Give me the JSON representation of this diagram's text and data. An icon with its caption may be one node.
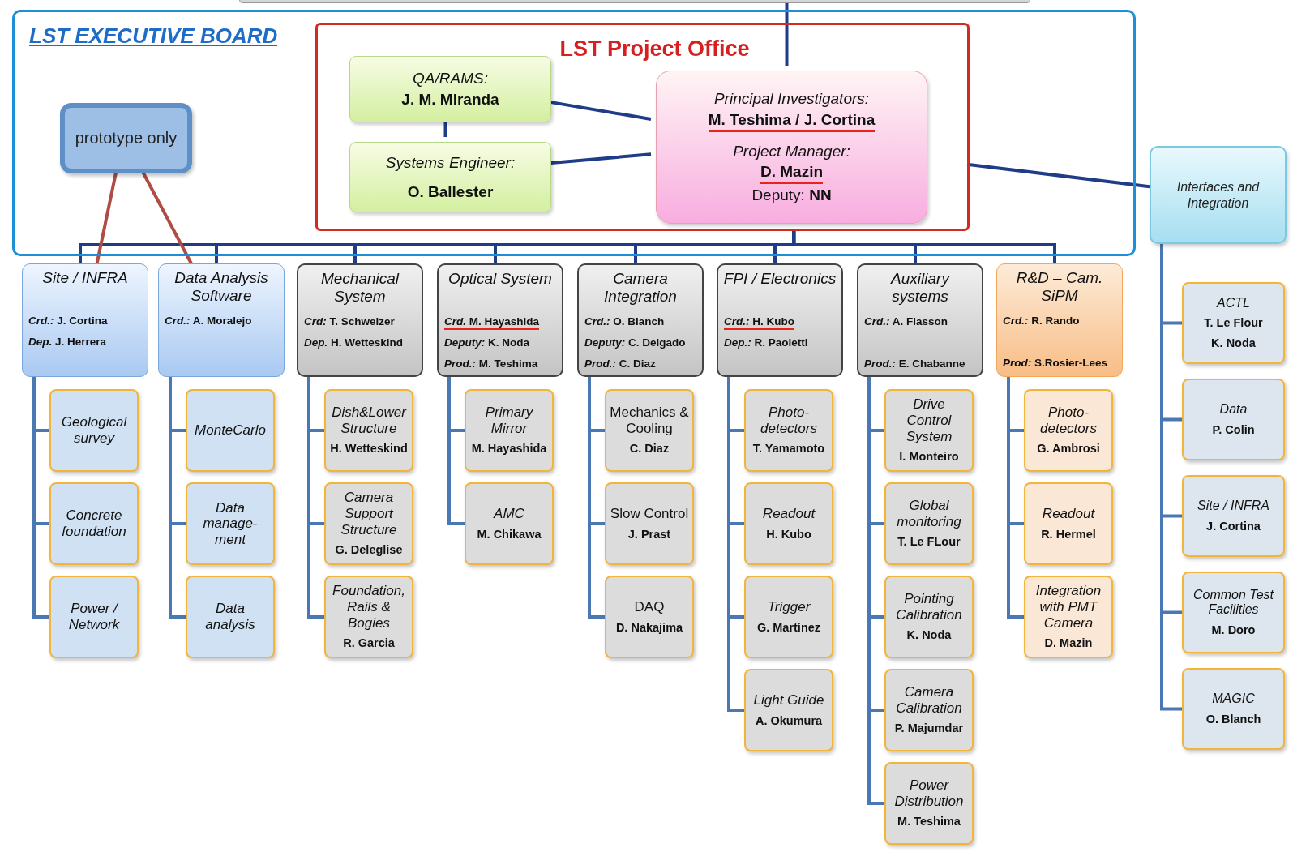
{
  "diagram": {
    "nodes": [
      {
        "text": [],
        "shape": "box"
      },
      {
        "text": [
          "LST EXECUTIVE BOARD"
        ]
      },
      {
        "text": [
          "prototype only"
        ],
        "in": 1
      },
      {
        "text": [
          "LST Project Office"
        ],
        "in": 1
      },
      {
        "text": [
          "QA/RAMS:",
          "J. M. Miranda"
        ],
        "in": 3
      },
      {
        "text": [
          "Systems Engineer:",
          "O. Ballester"
        ],
        "in": 3
      },
      {
        "text": [
          "Principal Investigators:",
          "M. Teshima / J. Cortina",
          "Project Manager:",
          "D. Mazin",
          "Deputy: **NN**"
        ],
        "in": 3
      },
      {
        "text": [
          "Interfaces and Integration"
        ]
      },
      {
        "text": [
          "Site / INFRA",
          "*Crd.:* J. Cortina",
          "*Dep.* J. Herrera"
        ]
      },
      {
        "text": [
          "Data Analysis Software",
          "*Crd.:* A. Moralejo"
        ]
      },
      {
        "text": [
          "Mechanical System",
          "*Crd:* T. Schweizer",
          "*Dep.* H. Wetteskind"
        ]
      },
      {
        "text": [
          "Optical System",
          "*Crd.* M. Hayashida",
          "*Deputy:* K. Noda",
          "*Prod.:* M. Teshima"
        ]
      },
      {
        "text": [
          "Camera Integration",
          "*Crd.:* O. Blanch",
          "*Deputy:* C. Delgado",
          "*Prod.:* C. Diaz"
        ]
      },
      {
        "text": [
          "FPI / Electronics",
          "*Crd.:* H. Kubo",
          "*Dep.:* R. Paoletti"
        ]
      },
      {
        "text": [
          "Auxiliary systems",
          "*Crd.:* A. Fiasson",
          "*Prod.:* E. Chabanne"
        ]
      },
      {
        "text": [
          "R&D – Cam. SiPM",
          "*Crd.:* R. Rando",
          "*Prod:* S.Rosier-Lees"
        ]
      },
      {
        "text": [
          "Geological survey"
        ]
      },
      {
        "text": [
          "Concrete foundation"
        ]
      },
      {
        "text": [
          "Power / Network"
        ]
      },
      {
        "text": [
          "MonteCarlo"
        ]
      },
      {
        "text": [
          "Data manage-ment"
        ]
      },
      {
        "text": [
          "Data analysis"
        ]
      },
      {
        "text": [
          "Dish&Lower Structure",
          "H. Wetteskind"
        ]
      },
      {
        "text": [
          "Camera Support Structure",
          "G. Deleglise"
        ]
      },
      {
        "text": [
          "Foundation, Rails & Bogies",
          "R. Garcia"
        ]
      },
      {
        "text": [
          "Primary Mirror",
          "M. Hayashida"
        ]
      },
      {
        "text": [
          "AMC",
          "M. Chikawa"
        ]
      },
      {
        "text": [
          "Mechanics & Cooling",
          "C. Diaz"
        ]
      },
      {
        "text": [
          "Slow Control",
          "J. Prast"
        ]
      },
      {
        "text": [
          "DAQ",
          "D. Nakajima"
        ]
      },
      {
        "text": [
          "Photo-detectors",
          "T. Yamamoto"
        ]
      },
      {
        "text": [
          "Readout",
          "H. Kubo"
        ]
      },
      {
        "text": [
          "Trigger",
          "G. Martínez"
        ]
      },
      {
        "text": [
          "Light Guide",
          "A. Okumura"
        ]
      },
      {
        "text": [
          "Drive Control System",
          "I. Monteiro"
        ]
      },
      {
        "text": [
          "Global monitoring",
          "T. Le FLour"
        ]
      },
      {
        "text": [
          "Pointing Calibration",
          "K. Noda"
        ]
      },
      {
        "text": [
          "Camera Calibration",
          "P. Majumdar"
        ]
      },
      {
        "text": [
          "Power Distribution",
          "M. Teshima"
        ]
      },
      {
        "text": [
          "Photo-detectors",
          "G. Ambrosi"
        ]
      },
      {
        "text": [
          "Readout",
          "R. Hermel"
        ]
      },
      {
        "text": [
          "Integration with PMT Camera",
          "D. Mazin"
        ]
      },
      {
        "text": [
          "ACTL",
          "T. Le Flour",
          "K. Noda"
        ]
      },
      {
        "text": [
          "Data",
          "P. Colin"
        ]
      },
      {
        "text": [
          "Site / INFRA",
          "J. Cortina"
        ]
      },
      {
        "text": [
          "Common Test Facilities",
          "M. Doro"
        ]
      },
      {
        "text": [
          "MAGIC",
          "O. Blanch"
        ]
      }
    ],
    "edges": [
      {
        "from": 6,
        "to": 0,
        "arrow": "none",
        "color": "#1f3c88"
      },
      {
        "from": 4,
        "to": 6,
        "arrow": "none",
        "color": "#1f3c88"
      },
      {
        "from": 5,
        "to": 6,
        "arrow": "none",
        "color": "#1f3c88"
      },
      {
        "from": 4,
        "to": 5,
        "arrow": "none",
        "color": "#1f3c88"
      },
      {
        "from": 3,
        "to": 7,
        "arrow": "none",
        "color": "#1f3c88"
      },
      {
        "from": 3,
        "to": 8,
        "arrow": "none",
        "color": "#1f3c88"
      },
      {
        "from": 3,
        "to": 9,
        "arrow": "none",
        "color": "#1f3c88"
      },
      {
        "from": 3,
        "to": 10,
        "arrow": "none",
        "color": "#1f3c88"
      },
      {
        "from": 3,
        "to": 11,
        "arrow": "none",
        "color": "#1f3c88"
      },
      {
        "from": 3,
        "to": 12,
        "arrow": "none",
        "color": "#1f3c88"
      },
      {
        "from": 3,
        "to": 13,
        "arrow": "none",
        "color": "#1f3c88"
      },
      {
        "from": 3,
        "to": 14,
        "arrow": "none",
        "color": "#1f3c88"
      },
      {
        "from": 3,
        "to": 15,
        "arrow": "none",
        "color": "#1f3c88"
      },
      {
        "from": 2,
        "to": 8,
        "arrow": "none",
        "color": "#b04c43"
      },
      {
        "from": 2,
        "to": 9,
        "arrow": "none",
        "color": "#b04c43"
      },
      {
        "from": 8,
        "to": 16,
        "arrow": "none"
      },
      {
        "from": 8,
        "to": 17,
        "arrow": "none"
      },
      {
        "from": 8,
        "to": 18,
        "arrow": "none"
      },
      {
        "from": 9,
        "to": 19,
        "arrow": "none"
      },
      {
        "from": 9,
        "to": 20,
        "arrow": "none"
      },
      {
        "from": 9,
        "to": 21,
        "arrow": "none"
      },
      {
        "from": 10,
        "to": 22,
        "arrow": "none"
      },
      {
        "from": 10,
        "to": 23,
        "arrow": "none"
      },
      {
        "from": 10,
        "to": 24,
        "arrow": "none"
      },
      {
        "from": 11,
        "to": 25,
        "arrow": "none"
      },
      {
        "from": 11,
        "to": 26,
        "arrow": "none"
      },
      {
        "from": 12,
        "to": 27,
        "arrow": "none"
      },
      {
        "from": 12,
        "to": 28,
        "arrow": "none"
      },
      {
        "from": 12,
        "to": 29,
        "arrow": "none"
      },
      {
        "from": 13,
        "to": 30,
        "arrow": "none"
      },
      {
        "from": 13,
        "to": 31,
        "arrow": "none"
      },
      {
        "from": 13,
        "to": 32,
        "arrow": "none"
      },
      {
        "from": 13,
        "to": 33,
        "arrow": "none"
      },
      {
        "from": 14,
        "to": 34,
        "arrow": "none"
      },
      {
        "from": 14,
        "to": 35,
        "arrow": "none"
      },
      {
        "from": 14,
        "to": 36,
        "arrow": "none"
      },
      {
        "from": 14,
        "to": 37,
        "arrow": "none"
      },
      {
        "from": 14,
        "to": 38,
        "arrow": "none"
      },
      {
        "from": 15,
        "to": 39,
        "arrow": "none"
      },
      {
        "from": 15,
        "to": 40,
        "arrow": "none"
      },
      {
        "from": 15,
        "to": 41,
        "arrow": "none"
      },
      {
        "from": 7,
        "to": 42,
        "arrow": "none"
      },
      {
        "from": 7,
        "to": 43,
        "arrow": "none"
      },
      {
        "from": 7,
        "to": 44,
        "arrow": "none"
      },
      {
        "from": 7,
        "to": 45,
        "arrow": "none"
      },
      {
        "from": 7,
        "to": 46,
        "arrow": "none"
      }
    ]
  }
}
